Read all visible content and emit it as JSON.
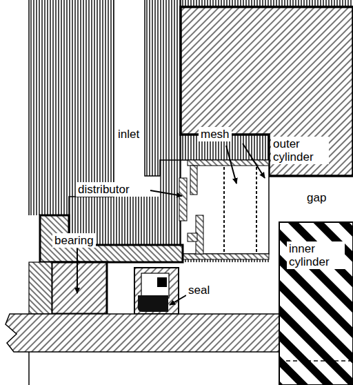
{
  "diagram": {
    "labels": [
      "inlet",
      "mesh",
      "outer cylinder",
      "distributor",
      "gap",
      "bearing",
      "inner cylinder",
      "seal"
    ]
  }
}
